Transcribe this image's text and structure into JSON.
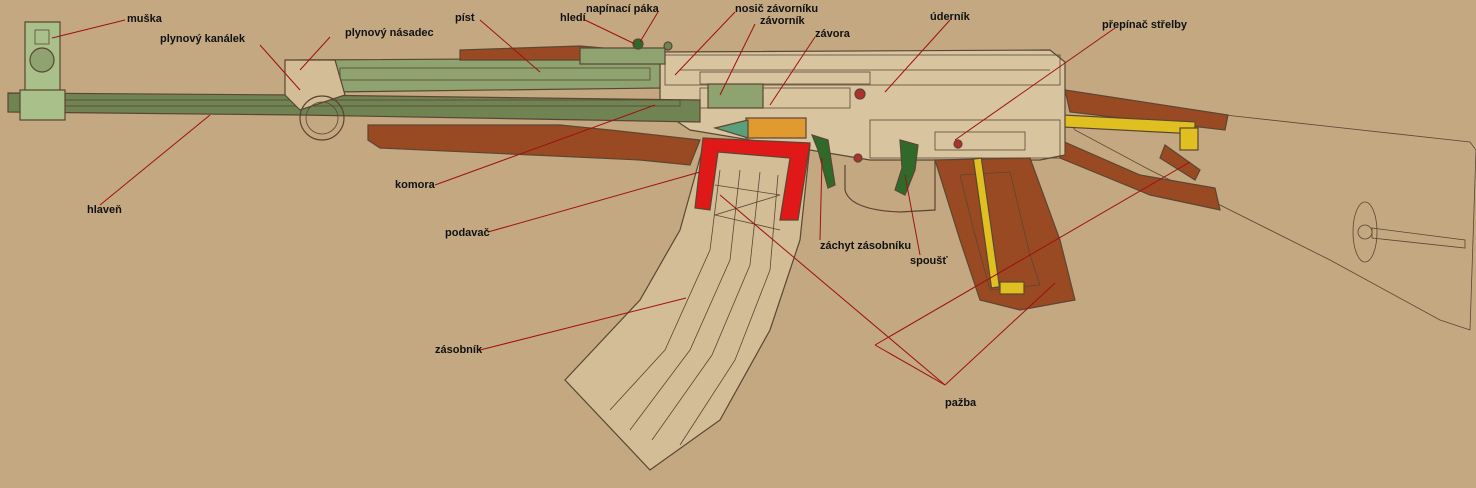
{
  "labels": {
    "muska": "muška",
    "plynovy_kanalek": "plynový kanálek",
    "plynovy_nasadec": "plynový násadec",
    "pist": "píst",
    "hledi": "hledí",
    "napinaci_paka": "napínací páka",
    "nosic_zavorniku": "nosič závorníku",
    "zavornik": "závorník",
    "zavora": "závora",
    "udernik": "úderník",
    "prepinac_strelby": "přepínač střelby",
    "komora": "komora",
    "hlaven": "hlaveň",
    "podavac": "podavač",
    "zachyt_zasobniku": "záchyt zásobníku",
    "spoust": "spoušť",
    "zasobnik": "zásobník",
    "pazba": "pažba"
  },
  "colors": {
    "background": "#c3a882",
    "wood": "#9a4a22",
    "metal_green": "#6f8452",
    "light_green": "#a9c08a",
    "magazine_red": "#e01818",
    "spring_yellow": "#e0c020",
    "leader_line": "#a01010",
    "receiver_light": "#d9c4a0"
  }
}
